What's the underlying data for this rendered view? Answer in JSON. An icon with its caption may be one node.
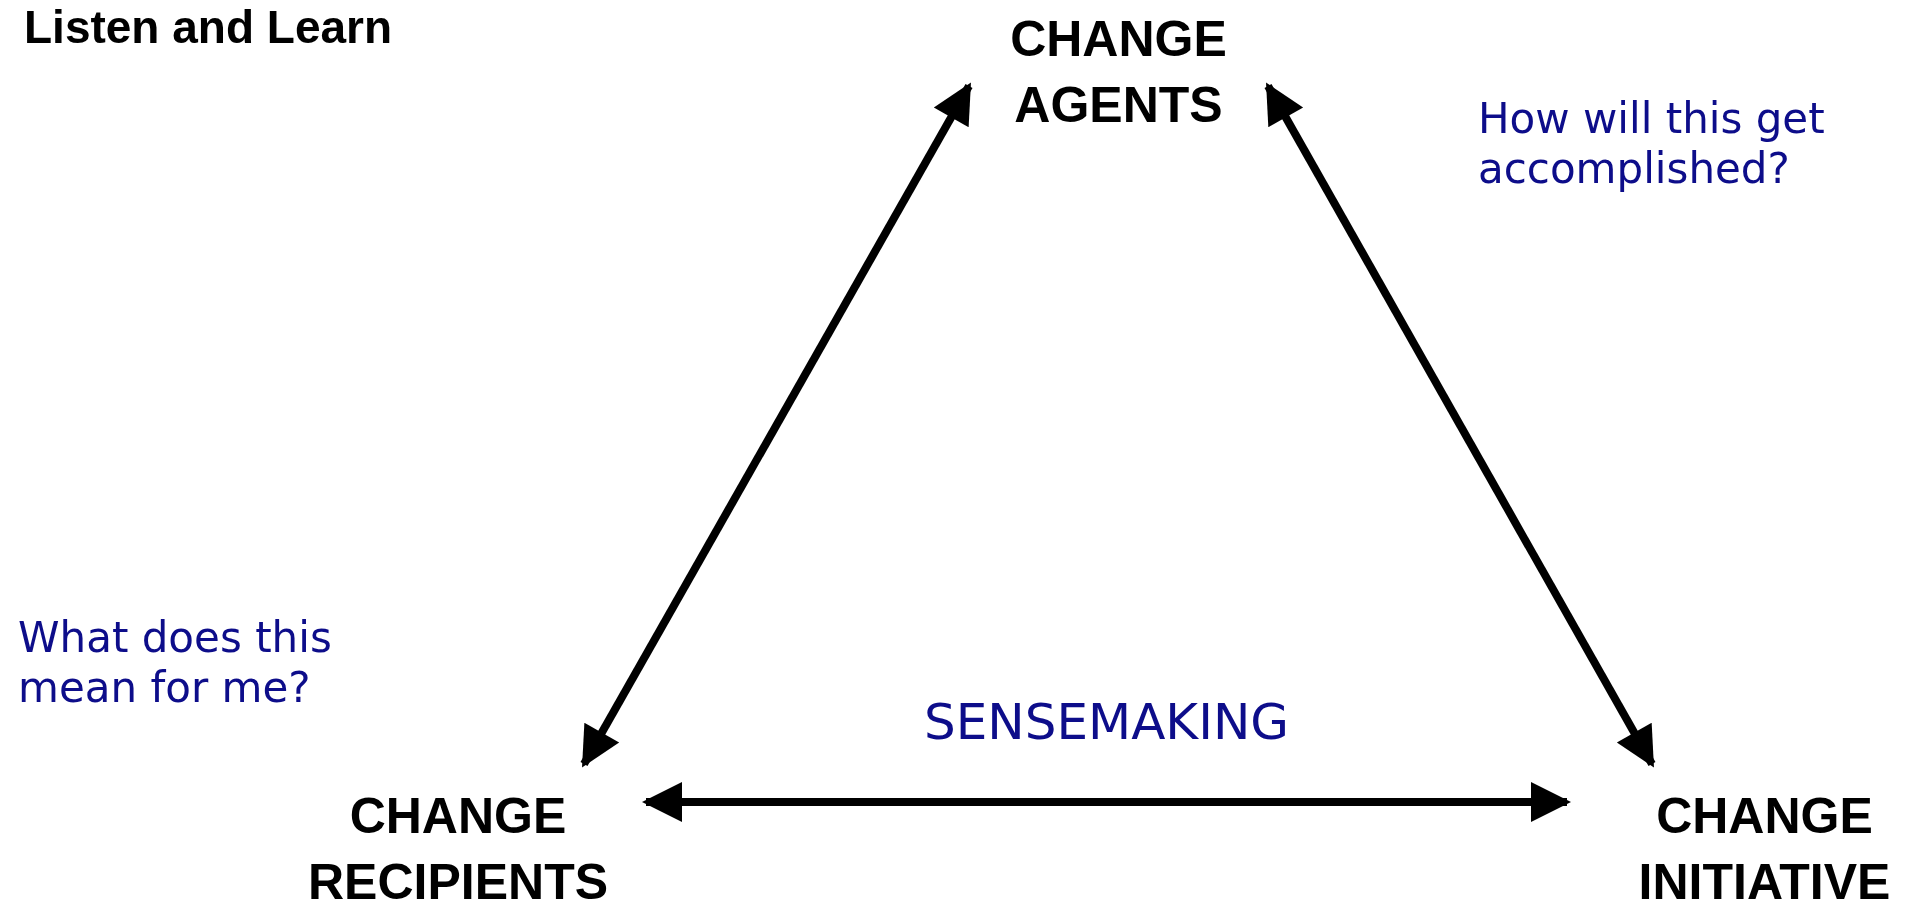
{
  "diagram": {
    "title": "Listen and Learn",
    "nodes": [
      {
        "text": [
          "CHANGE AGENTS"
        ]
      },
      {
        "text": [
          "CHANGE RECIPIENTS"
        ]
      },
      {
        "text": [
          "CHANGE INITIATIVE"
        ]
      }
    ],
    "edges": [
      {
        "from": 0,
        "to": 1,
        "arrow": "both"
      },
      {
        "from": 0,
        "to": 2,
        "arrow": "both"
      },
      {
        "from": 1,
        "to": 2,
        "arrow": "both",
        "label": "SENSEMAKING"
      }
    ],
    "labels": [
      "How will this get accomplished?",
      "What does this mean for me?"
    ]
  }
}
